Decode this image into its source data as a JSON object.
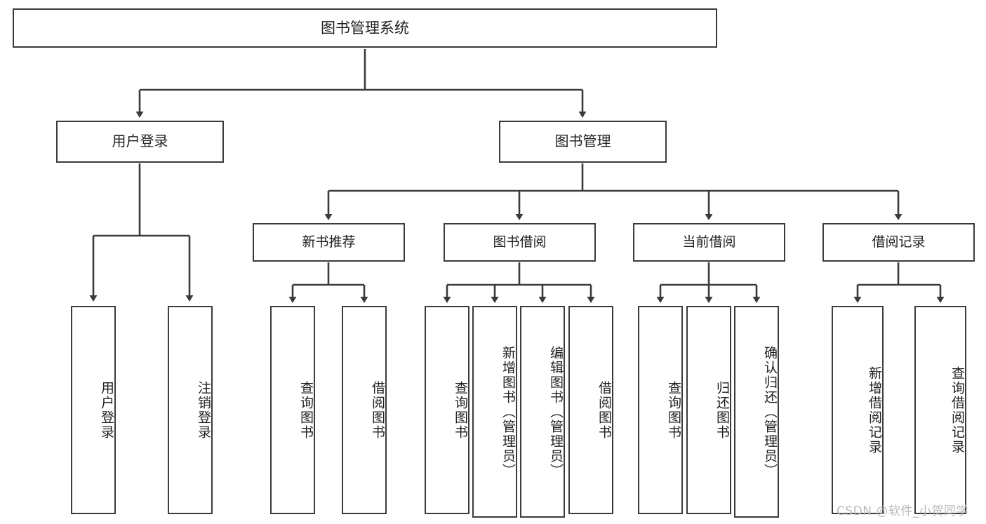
{
  "diagram": {
    "title": "图书管理系统",
    "type": "tree-hierarchy",
    "orientation": "top-down",
    "colors": {
      "background": "#ffffff",
      "node_border": "#3b3b3b",
      "node_fill": "#ffffff",
      "edge": "#3b3b3b",
      "text": "#1f1f1f",
      "watermark": "#b9b9b9"
    }
  },
  "root": {
    "id": "root",
    "label": "图书管理系统"
  },
  "level2": [
    {
      "id": "user-login",
      "label": "用户登录"
    },
    {
      "id": "book-management",
      "label": "图书管理"
    }
  ],
  "level3": [
    {
      "id": "new-book-recommend",
      "label": "新书推荐"
    },
    {
      "id": "book-borrow",
      "label": "图书借阅"
    },
    {
      "id": "current-borrow",
      "label": "当前借阅"
    },
    {
      "id": "borrow-record",
      "label": "借阅记录"
    }
  ],
  "leaves": {
    "user_login": [
      {
        "id": "leaf-user-login",
        "label": "用户登录"
      },
      {
        "id": "leaf-logout-login",
        "label": "注销登录"
      }
    ],
    "new_book_recommend": [
      {
        "id": "leaf-query-book-1",
        "label": "查询图书"
      },
      {
        "id": "leaf-borrow-book-1",
        "label": "借阅图书"
      }
    ],
    "book_borrow": [
      {
        "id": "leaf-query-book-2",
        "label": "查询图书"
      },
      {
        "id": "leaf-add-book",
        "label": "新增图书（管理员）"
      },
      {
        "id": "leaf-edit-book",
        "label": "编辑图书（管理员）"
      },
      {
        "id": "leaf-borrow-book-2",
        "label": "借阅图书"
      }
    ],
    "current_borrow": [
      {
        "id": "leaf-query-book-3",
        "label": "查询图书"
      },
      {
        "id": "leaf-return-book",
        "label": "归还图书"
      },
      {
        "id": "leaf-confirm-return",
        "label": "确认归还（管理员）"
      }
    ],
    "borrow_record": [
      {
        "id": "leaf-add-record",
        "label": "新增借阅记录"
      },
      {
        "id": "leaf-query-record",
        "label": "查询借阅记录"
      }
    ]
  },
  "watermark": {
    "text": "CSDN @软件_小贺同学"
  }
}
